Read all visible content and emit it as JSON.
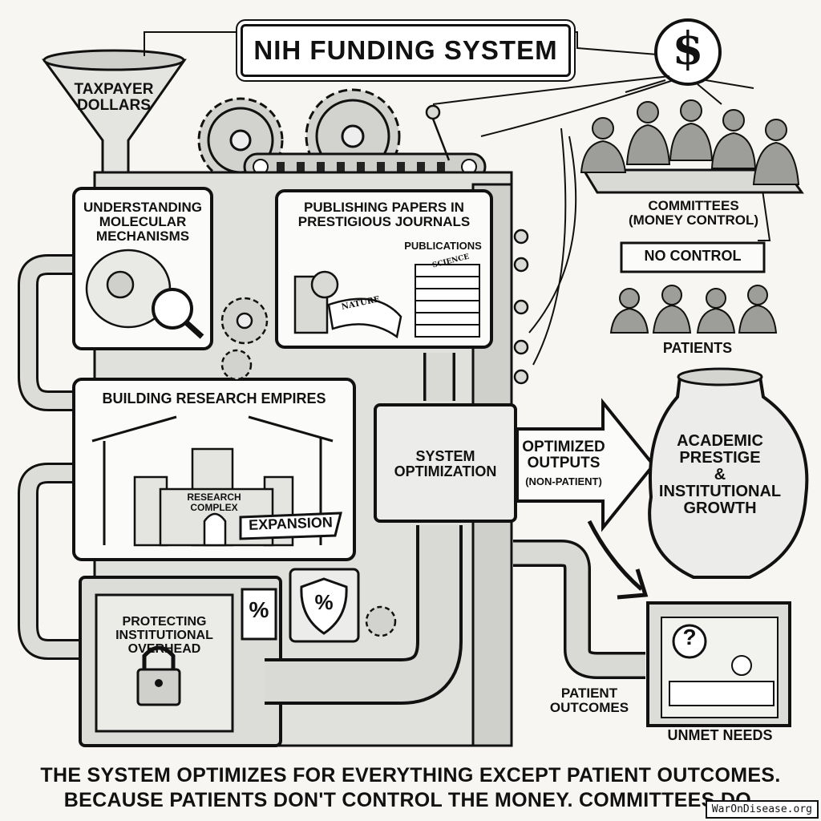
{
  "title": "NIH FUNDING SYSTEM",
  "funnel_label": "TAXPAYER\nDOLLARS",
  "dollar_symbol": "$",
  "panels": {
    "molecular": "UNDERSTANDING\nMOLECULAR\nMECHANISMS",
    "publishing": "PUBLISHING PAPERS IN\nPRESTIGIOUS JOURNALS",
    "publications": "PUBLICATIONS",
    "journal_nature": "NATURE",
    "journal_science": "SCIENCE",
    "empires": "BUILDING RESEARCH EMPIRES",
    "research_complex": "RESEARCH\nCOMPLEX",
    "expansion": "EXPANSION",
    "overhead": "PROTECTING\nINSTITUTIONAL\nOVERHEAD",
    "percent": "%",
    "system_optimization": "SYSTEM\nOPTIMIZATION"
  },
  "outputs": {
    "optimized": "OPTIMIZED\nOUTPUTS",
    "non_patient": "(NON-PATIENT)",
    "vase": "ACADEMIC\nPRESTIGE\n&\nINSTITUTIONAL\nGROWTH",
    "patient_outcomes": "PATIENT\nOUTCOMES",
    "unmet_needs": "UNMET NEEDS",
    "question": "?"
  },
  "stakeholders": {
    "committees": "COMMITTEES\n(MONEY CONTROL)",
    "no_control": "NO CONTROL",
    "patients": "PATIENTS"
  },
  "caption": "THE SYSTEM OPTIMIZES FOR EVERYTHING EXCEPT PATIENT OUTCOMES.\nBECAUSE PATIENTS DON'T CONTROL THE MONEY. COMMITTEES DO.",
  "watermark": "WarOnDisease.org",
  "colors": {
    "ink": "#111111",
    "paper": "#f7f6f2",
    "metal": "#d9d9d6",
    "panel": "#fbfbf9"
  }
}
